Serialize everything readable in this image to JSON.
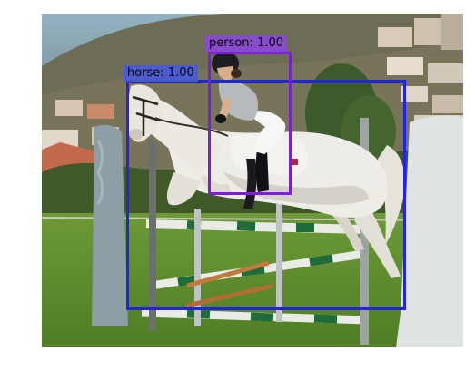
{
  "detections": [
    {
      "class_name": "horse",
      "score": "1.00",
      "label": "horse: 1.00",
      "color": "#2323e6",
      "label_bg": "#4a5bd6"
    },
    {
      "class_name": "person",
      "score": "1.00",
      "label": "person: 1.00",
      "color": "#7a1fd6",
      "label_bg": "#8a4ad4"
    }
  ],
  "colors": {
    "sky": "#8aa9b8",
    "hillside": "#6b6a52",
    "grass": "#5e8a2e",
    "horse": "#e8e6e0",
    "rider_shirt": "#b9bcc0",
    "helmet": "#1f1c24",
    "pole_green": "#1f6b3a",
    "wing_grey": "#d6dadb"
  }
}
